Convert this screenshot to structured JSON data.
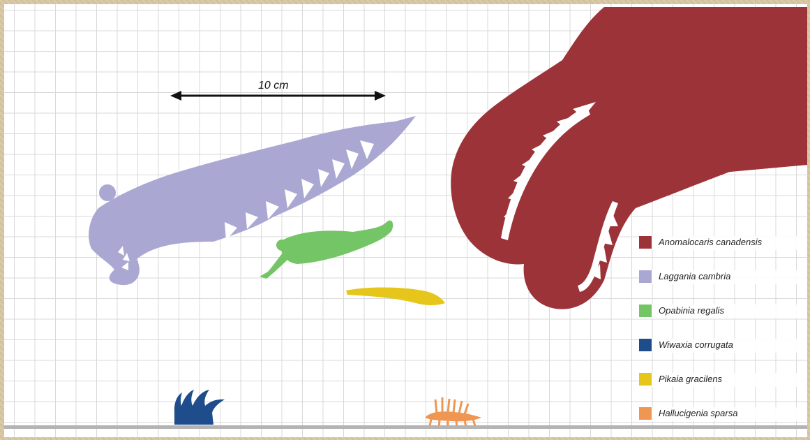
{
  "scale_bar": {
    "label": "10 cm"
  },
  "species": [
    {
      "name": "Anomalocaris canadensis",
      "color": "#9c3339"
    },
    {
      "name": "Laggania cambria",
      "color": "#aaa8d2"
    },
    {
      "name": "Opabinia regalis",
      "color": "#73c565"
    },
    {
      "name": "Wiwaxia corrugata",
      "color": "#1f4c8a"
    },
    {
      "name": "Pikaia gracilens",
      "color": "#e6c61a"
    },
    {
      "name": "Hallucigenia sparsa",
      "color": "#ee9652"
    }
  ]
}
